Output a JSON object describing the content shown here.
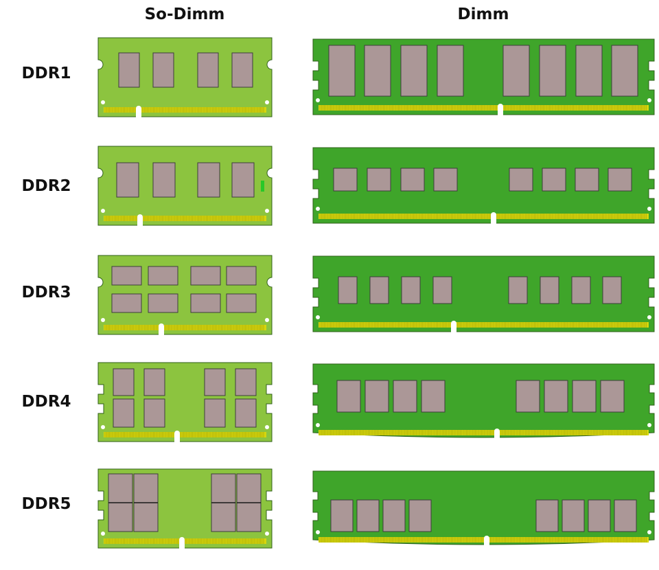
{
  "headers": {
    "sodimm": "So-Dimm",
    "dimm": "Dimm"
  },
  "colors": {
    "sodimm_pcb": "#8cc43f",
    "dimm_pcb": "#3fa52a",
    "chip": "#ab9797",
    "pins": "#d6d60d",
    "notch": "#ffffff",
    "indicator": "#28c828"
  },
  "rows": [
    {
      "label": "DDR1"
    },
    {
      "label": "DDR2"
    },
    {
      "label": "DDR3"
    },
    {
      "label": "DDR4"
    },
    {
      "label": "DDR5"
    }
  ]
}
